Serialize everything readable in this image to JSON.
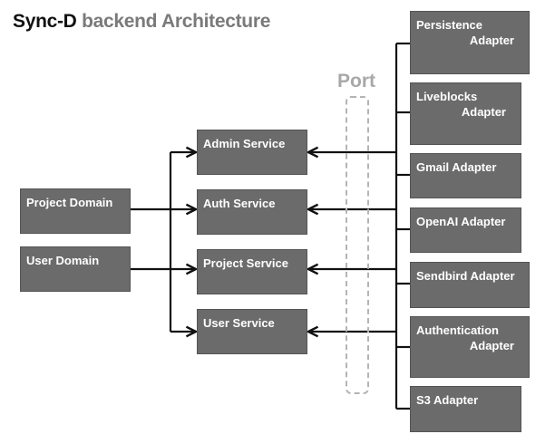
{
  "title": {
    "main": "Sync-D",
    "rest": "backend Architecture"
  },
  "port": {
    "label": "Port"
  },
  "domains": [
    {
      "label": "Project Domain"
    },
    {
      "label": "User Domain"
    }
  ],
  "services": [
    {
      "label": "Admin Service"
    },
    {
      "label": "Auth Service"
    },
    {
      "label": "Project Service"
    },
    {
      "label": "User Service"
    }
  ],
  "adapters": [
    {
      "line1": "Persistence",
      "line2": "Adapter"
    },
    {
      "line1": "Liveblocks",
      "line2": "Adapter"
    },
    {
      "line1": "Gmail Adapter",
      "line2": ""
    },
    {
      "line1": "OpenAI Adapter",
      "line2": ""
    },
    {
      "line1": "Sendbird Adapter",
      "line2": ""
    },
    {
      "line1": "Authentication",
      "line2": "Adapter"
    },
    {
      "line1": "S3 Adapter",
      "line2": ""
    }
  ],
  "colors": {
    "box": "#6b6b6b",
    "line": "#111111",
    "port": "#b4b4b4",
    "title_accent": "#7a7a7a"
  }
}
